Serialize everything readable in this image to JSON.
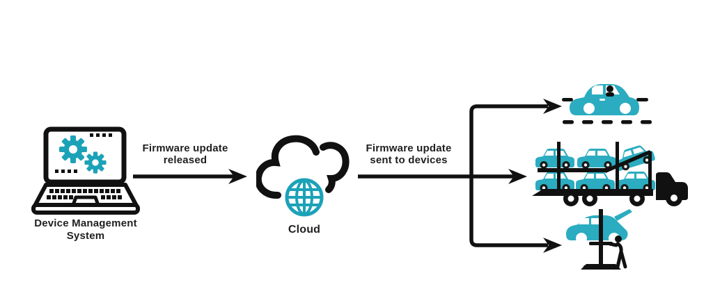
{
  "diagram": {
    "colors": {
      "line": "#111111",
      "text": "#1f1f1f",
      "accent_teal": "#1CA2B8",
      "vehicle_teal": "#2BACC0",
      "background": "#ffffff"
    },
    "nodes": {
      "device_management_system": {
        "label": "Device Management System",
        "icon": "laptop-gears-icon"
      },
      "cloud": {
        "label": "Cloud",
        "icon": "cloud-globe-icon"
      },
      "devices": [
        {
          "name": "connected-car",
          "icon": "car-on-road-icon"
        },
        {
          "name": "vehicle-transport-fleet",
          "icon": "car-carrier-truck-icon"
        },
        {
          "name": "service-garage",
          "icon": "car-service-lift-icon"
        }
      ]
    },
    "edges": {
      "release": {
        "from": "device_management_system",
        "to": "cloud",
        "label": "Firmware update released"
      },
      "distribute": {
        "from": "cloud",
        "to": "devices",
        "label": "Firmware update sent to devices"
      }
    }
  }
}
